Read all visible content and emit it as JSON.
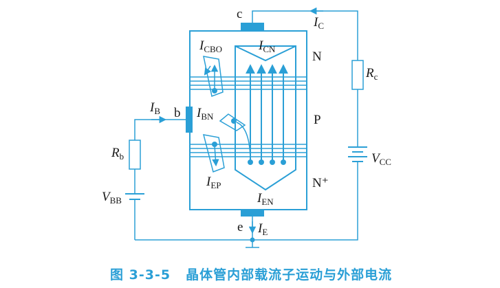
{
  "caption": {
    "figure_no": "图 3-3-5",
    "title": "晶体管内部载流子运动与外部电流"
  },
  "terminals": {
    "collector": "c",
    "base": "b",
    "emitter": "e"
  },
  "regions": {
    "collector": "N",
    "base": "P",
    "emitter": "N⁺"
  },
  "currents": {
    "ic": {
      "main": "I",
      "sub": "C"
    },
    "ib": {
      "main": "I",
      "sub": "B"
    },
    "ie": {
      "main": "I",
      "sub": "E"
    },
    "icbo": {
      "main": "I",
      "sub": "CBO"
    },
    "icn": {
      "main": "I",
      "sub": "CN"
    },
    "ibn": {
      "main": "I",
      "sub": "BN"
    },
    "iep": {
      "main": "I",
      "sub": "EP"
    },
    "ien": {
      "main": "I",
      "sub": "EN"
    }
  },
  "components": {
    "rc": {
      "main": "R",
      "sub": "c"
    },
    "rb": {
      "main": "R",
      "sub": "b"
    },
    "vcc": {
      "main": "V",
      "sub": "CC"
    },
    "vbb": {
      "main": "V",
      "sub": "BB"
    }
  },
  "colors": {
    "accent": "#2a9fd6",
    "text": "#1a1a1a"
  }
}
